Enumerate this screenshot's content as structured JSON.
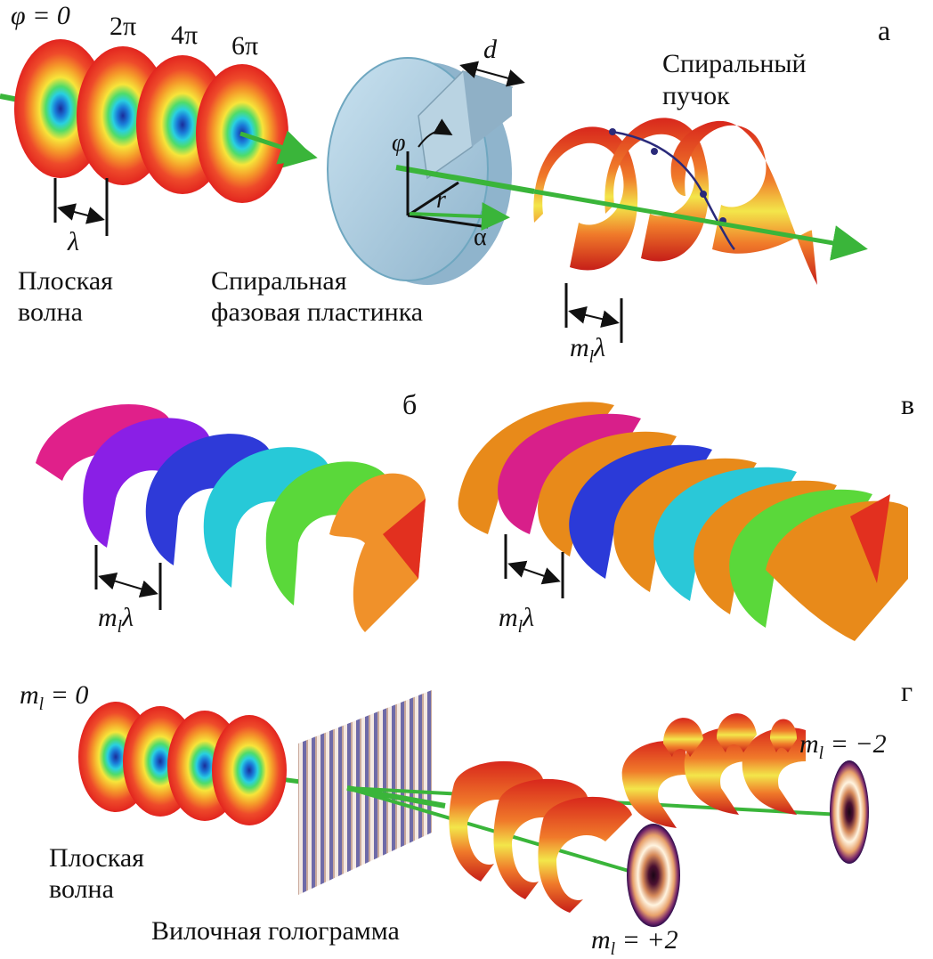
{
  "panel_a": {
    "tag": "а",
    "phi_eq_zero": "φ = 0",
    "phase_2pi": "2π",
    "phase_4pi": "4π",
    "phase_6pi": "6π",
    "lambda": "λ",
    "plane_wave_line1": "Плоская",
    "plane_wave_line2": "волна",
    "plate_line1": "Спиральная",
    "plate_line2": "фазовая пластинка",
    "beam_line1": "Спиральный",
    "beam_line2": "пучок",
    "d": "d",
    "phi": "φ",
    "r": "r",
    "alpha": "α",
    "ml_lambda": "mlλ"
  },
  "panel_b": {
    "tag": "б",
    "ml_lambda": "mlλ"
  },
  "panel_v": {
    "tag": "в",
    "ml_lambda": "mlλ"
  },
  "panel_g": {
    "tag": "г",
    "ml_zero": "ml = 0",
    "ml_minus2": "ml = −2",
    "ml_plus2": "ml = +2",
    "plane_wave_line1": "Плоская",
    "plane_wave_line2": "волна",
    "hologram": "Вилочная голограмма"
  },
  "colors": {
    "disc_outer": "#e8322a",
    "disc_mid": "#f7e53a",
    "disc_core": "#1a7ad8",
    "beam_axis": "#3ab53a",
    "plate": "#a9cbe0",
    "helix_outer": "#d8271c",
    "helix_inner": "#f3e64a",
    "donut_dark": "#2a0a20"
  }
}
